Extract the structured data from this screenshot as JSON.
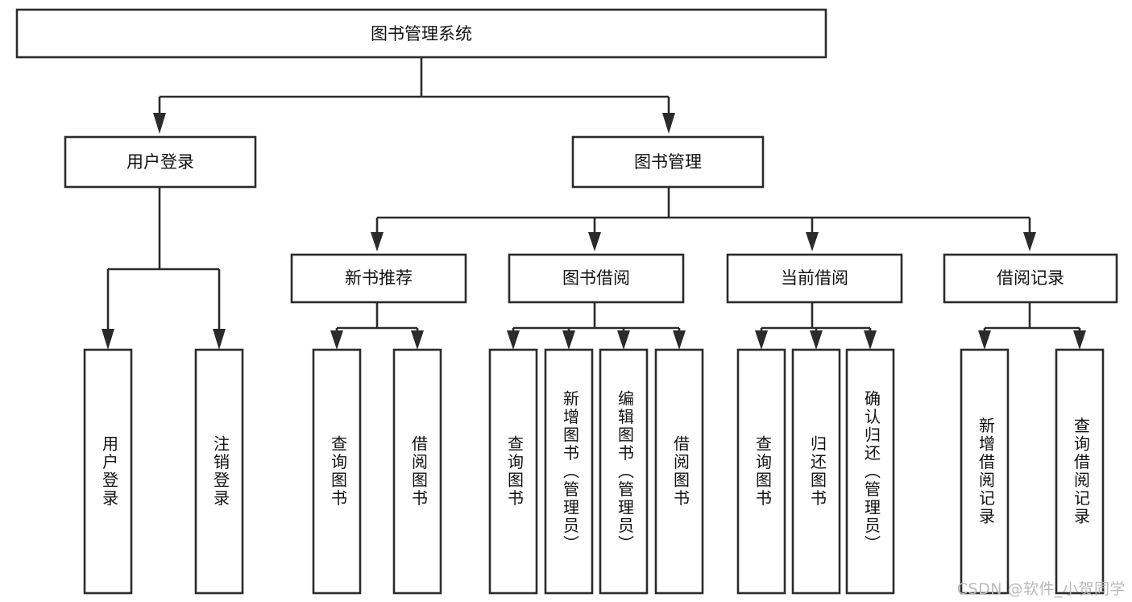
{
  "diagram": {
    "title": "图书管理系统",
    "type": "tree-hierarchy",
    "orientation": "top-down",
    "box_fill": "#ffffff",
    "box_stroke": "#2b2b2b",
    "text_color": "#111111",
    "root": {
      "id": "root",
      "label": "图书管理系统"
    },
    "level2": [
      {
        "id": "user-login",
        "label": "用户登录"
      },
      {
        "id": "book-manage",
        "label": "图书管理"
      }
    ],
    "level3": [
      {
        "id": "new-book-recommend",
        "label": "新书推荐",
        "parent": "book-manage"
      },
      {
        "id": "book-borrow",
        "label": "图书借阅",
        "parent": "book-manage"
      },
      {
        "id": "current-borrow",
        "label": "当前借阅",
        "parent": "book-manage"
      },
      {
        "id": "borrow-record",
        "label": "借阅记录",
        "parent": "book-manage"
      }
    ],
    "leaves": {
      "user-login": [
        {
          "id": "leaf-user-login",
          "label": "用户登录"
        },
        {
          "id": "leaf-user-logout",
          "label": "注销登录"
        }
      ],
      "new-book-recommend": [
        {
          "id": "leaf-query-book-1",
          "label": "查询图书"
        },
        {
          "id": "leaf-borrow-book-1",
          "label": "借阅图书"
        }
      ],
      "book-borrow": [
        {
          "id": "leaf-query-book-2",
          "label": "查询图书"
        },
        {
          "id": "leaf-add-book",
          "label": "新增图书（管理员）"
        },
        {
          "id": "leaf-edit-book",
          "label": "编辑图书（管理员）"
        },
        {
          "id": "leaf-borrow-book-2",
          "label": "借阅图书"
        }
      ],
      "current-borrow": [
        {
          "id": "leaf-query-book-3",
          "label": "查询图书"
        },
        {
          "id": "leaf-return-book",
          "label": "归还图书"
        },
        {
          "id": "leaf-confirm-return",
          "label": "确认归还（管理员）"
        }
      ],
      "borrow-record": [
        {
          "id": "leaf-add-record",
          "label": "新增借阅记录"
        },
        {
          "id": "leaf-query-record",
          "label": "查询借阅记录"
        }
      ]
    }
  },
  "watermark": {
    "text": "CSDN @软件_小贺同学",
    "color": "#b9b9b9"
  }
}
